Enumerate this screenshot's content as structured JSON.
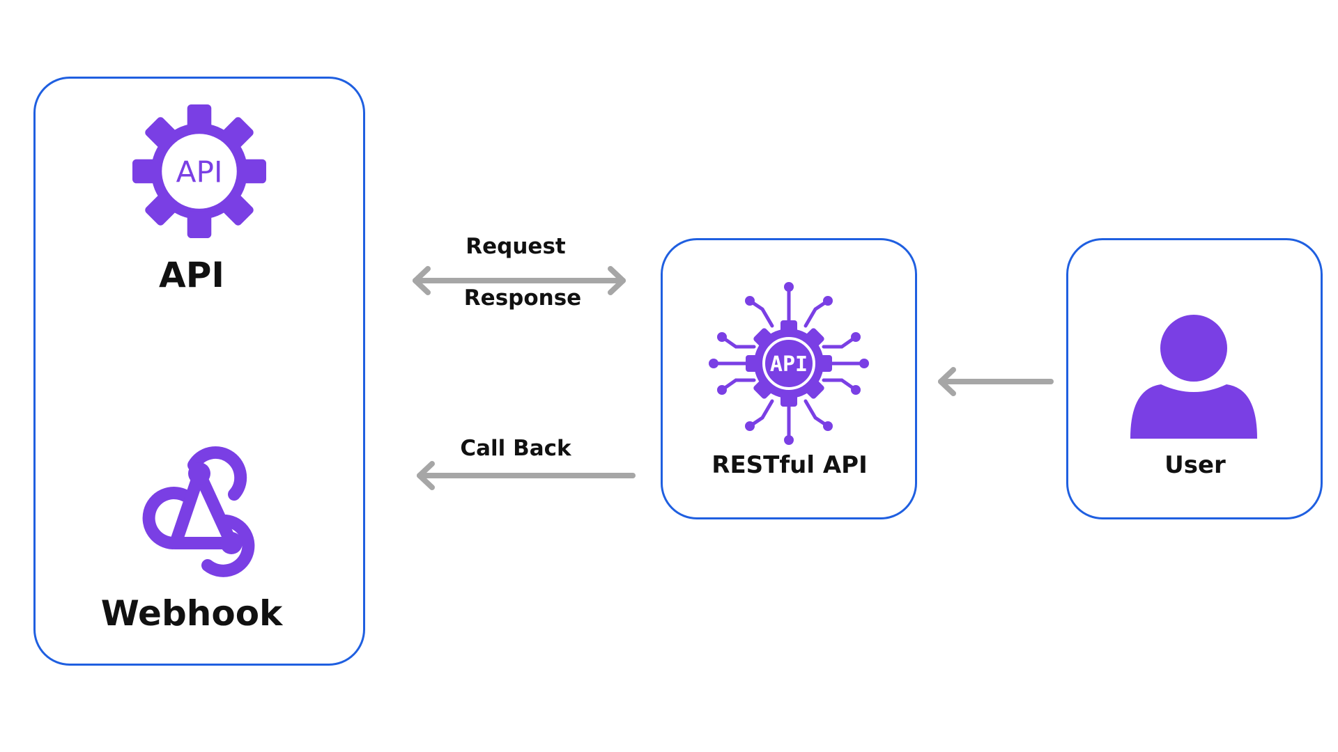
{
  "labels": {
    "api": "API",
    "webhook": "Webhook",
    "restful_api": "RESTful API",
    "user": "User",
    "request": "Request",
    "response": "Response",
    "call_back": "Call Back"
  },
  "icon_text": {
    "gear_api": "API",
    "restful_gear_api": "API"
  },
  "icons": {
    "api": "gear-api-icon",
    "webhook": "webhook-icon",
    "restful_api": "network-gear-api-icon",
    "user": "user-icon"
  },
  "colors": {
    "box_border": "#1f5fe0",
    "icon_purple": "#7a3fe4",
    "arrow_gray": "#a6a6a6",
    "text": "#111111"
  }
}
